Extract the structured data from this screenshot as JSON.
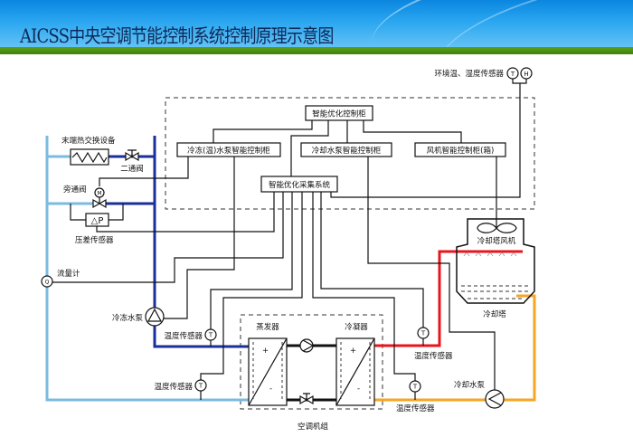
{
  "title": "AICSS中央空调节能控制系统控制原理示意图",
  "colors": {
    "supply_chilled": "#1a2f9a",
    "return_chilled": "#7bbbe0",
    "condenser_hot": "#e8141c",
    "condenser_cool": "#f5a623",
    "signal": "#111111"
  },
  "sensors": {
    "env": "环境温、湿度传感器",
    "t_symbol": "T",
    "h_symbol": "H",
    "q_symbol": "Q",
    "dp_symbol": "△P",
    "m_symbol": "M"
  },
  "control": {
    "master": "智能优化控制柜",
    "chilled_pump_cabinet": "冷冻(温)水泵智能控制柜",
    "cooling_pump_cabinet": "冷却水泵智能控制柜",
    "fan_cabinet": "风机智能控制柜(箱)",
    "acquisition": "智能优化采集系统"
  },
  "left": {
    "terminal": "末端热交换设备",
    "two_way_valve": "二通阀",
    "bypass_valve": "旁通阀",
    "dp_sensor": "压差传感器",
    "flow_meter": "流量计",
    "chilled_pump": "冷冻水泵",
    "temp_sensor_supply": "温度传感器",
    "temp_sensor_return": "温度传感器"
  },
  "chiller": {
    "evaporator": "蒸发器",
    "condenser": "冷凝器",
    "unit": "空调机组",
    "plus": "+",
    "minus": "-"
  },
  "right": {
    "tower_fan": "冷却塔风机",
    "tower": "冷却塔",
    "cooling_pump": "冷却水泵",
    "temp_sensor_out": "温度传感器",
    "temp_sensor_in": "温度传感器"
  }
}
